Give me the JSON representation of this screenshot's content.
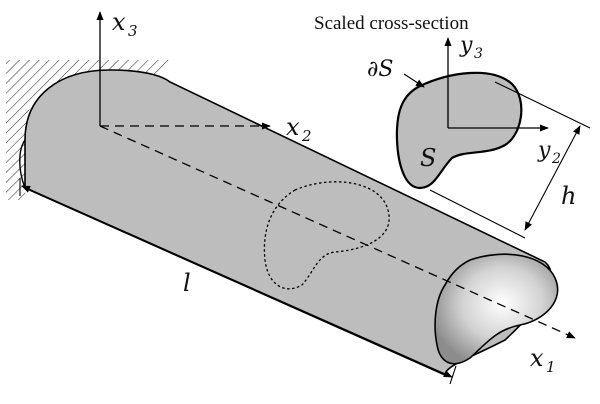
{
  "figure": {
    "title": "Scaled cross-section",
    "axes": {
      "x1_base": "x",
      "x1_sub": "1",
      "x2_base": "x",
      "x2_sub": "2",
      "x3_base": "x",
      "x3_sub": "3",
      "y2_base": "y",
      "y2_sub": "2",
      "y3_base": "y",
      "y3_sub": "3"
    },
    "labels": {
      "length": "l",
      "height": "h",
      "region": "S",
      "boundary": "∂S"
    },
    "colors": {
      "rod_fill": "#bdbdbd",
      "outline": "#000000",
      "hatch": "#333333",
      "background": "#ffffff"
    }
  }
}
